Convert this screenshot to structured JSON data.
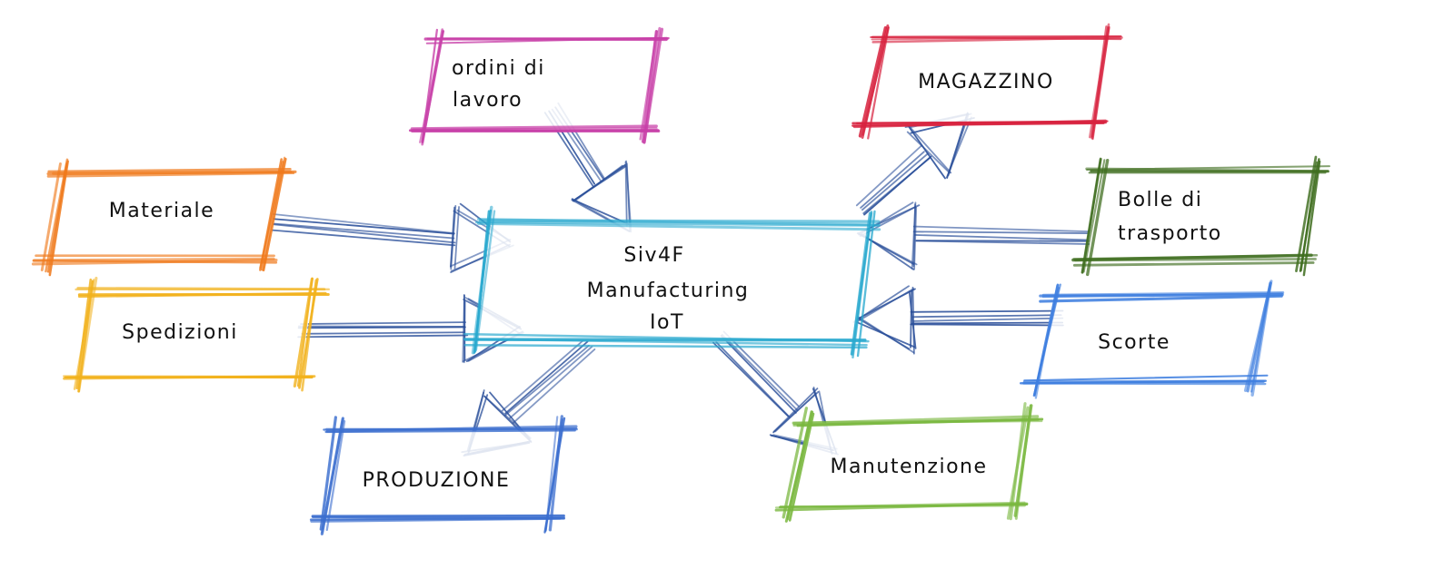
{
  "center": {
    "lines": [
      "Siv4F",
      "Manufacturing",
      "IoT"
    ],
    "color": "#29a9cf"
  },
  "nodes": [
    {
      "id": "ordini",
      "lines": [
        "ordini di",
        "lavoro"
      ],
      "color": "#c83fa8"
    },
    {
      "id": "magazzino",
      "lines": [
        "MAGAZZINO"
      ],
      "color": "#d8233f"
    },
    {
      "id": "materiale",
      "lines": [
        "Materiale"
      ],
      "color": "#f07a1c"
    },
    {
      "id": "bolle",
      "lines": [
        "Bolle di",
        "trasporto"
      ],
      "color": "#3f6e1f"
    },
    {
      "id": "spedizioni",
      "lines": [
        "Spedizioni"
      ],
      "color": "#f2b21c"
    },
    {
      "id": "scorte",
      "lines": [
        "Scorte"
      ],
      "color": "#3f7fe0"
    },
    {
      "id": "produzione",
      "lines": [
        "PRODUZIONE"
      ],
      "color": "#3b6ecf"
    },
    {
      "id": "manutenzione",
      "lines": [
        "Manutenzione"
      ],
      "color": "#7ab83f"
    }
  ],
  "arrow_color": "#2a4f9a",
  "connections": [
    {
      "from": "ordini",
      "to": "center"
    },
    {
      "from": "center",
      "to": "magazzino"
    },
    {
      "from": "materiale",
      "to": "center"
    },
    {
      "from": "bolle",
      "to": "center"
    },
    {
      "from": "spedizioni",
      "to": "center"
    },
    {
      "from": "scorte",
      "to": "center"
    },
    {
      "from": "center",
      "to": "produzione"
    },
    {
      "from": "center",
      "to": "manutenzione"
    }
  ]
}
